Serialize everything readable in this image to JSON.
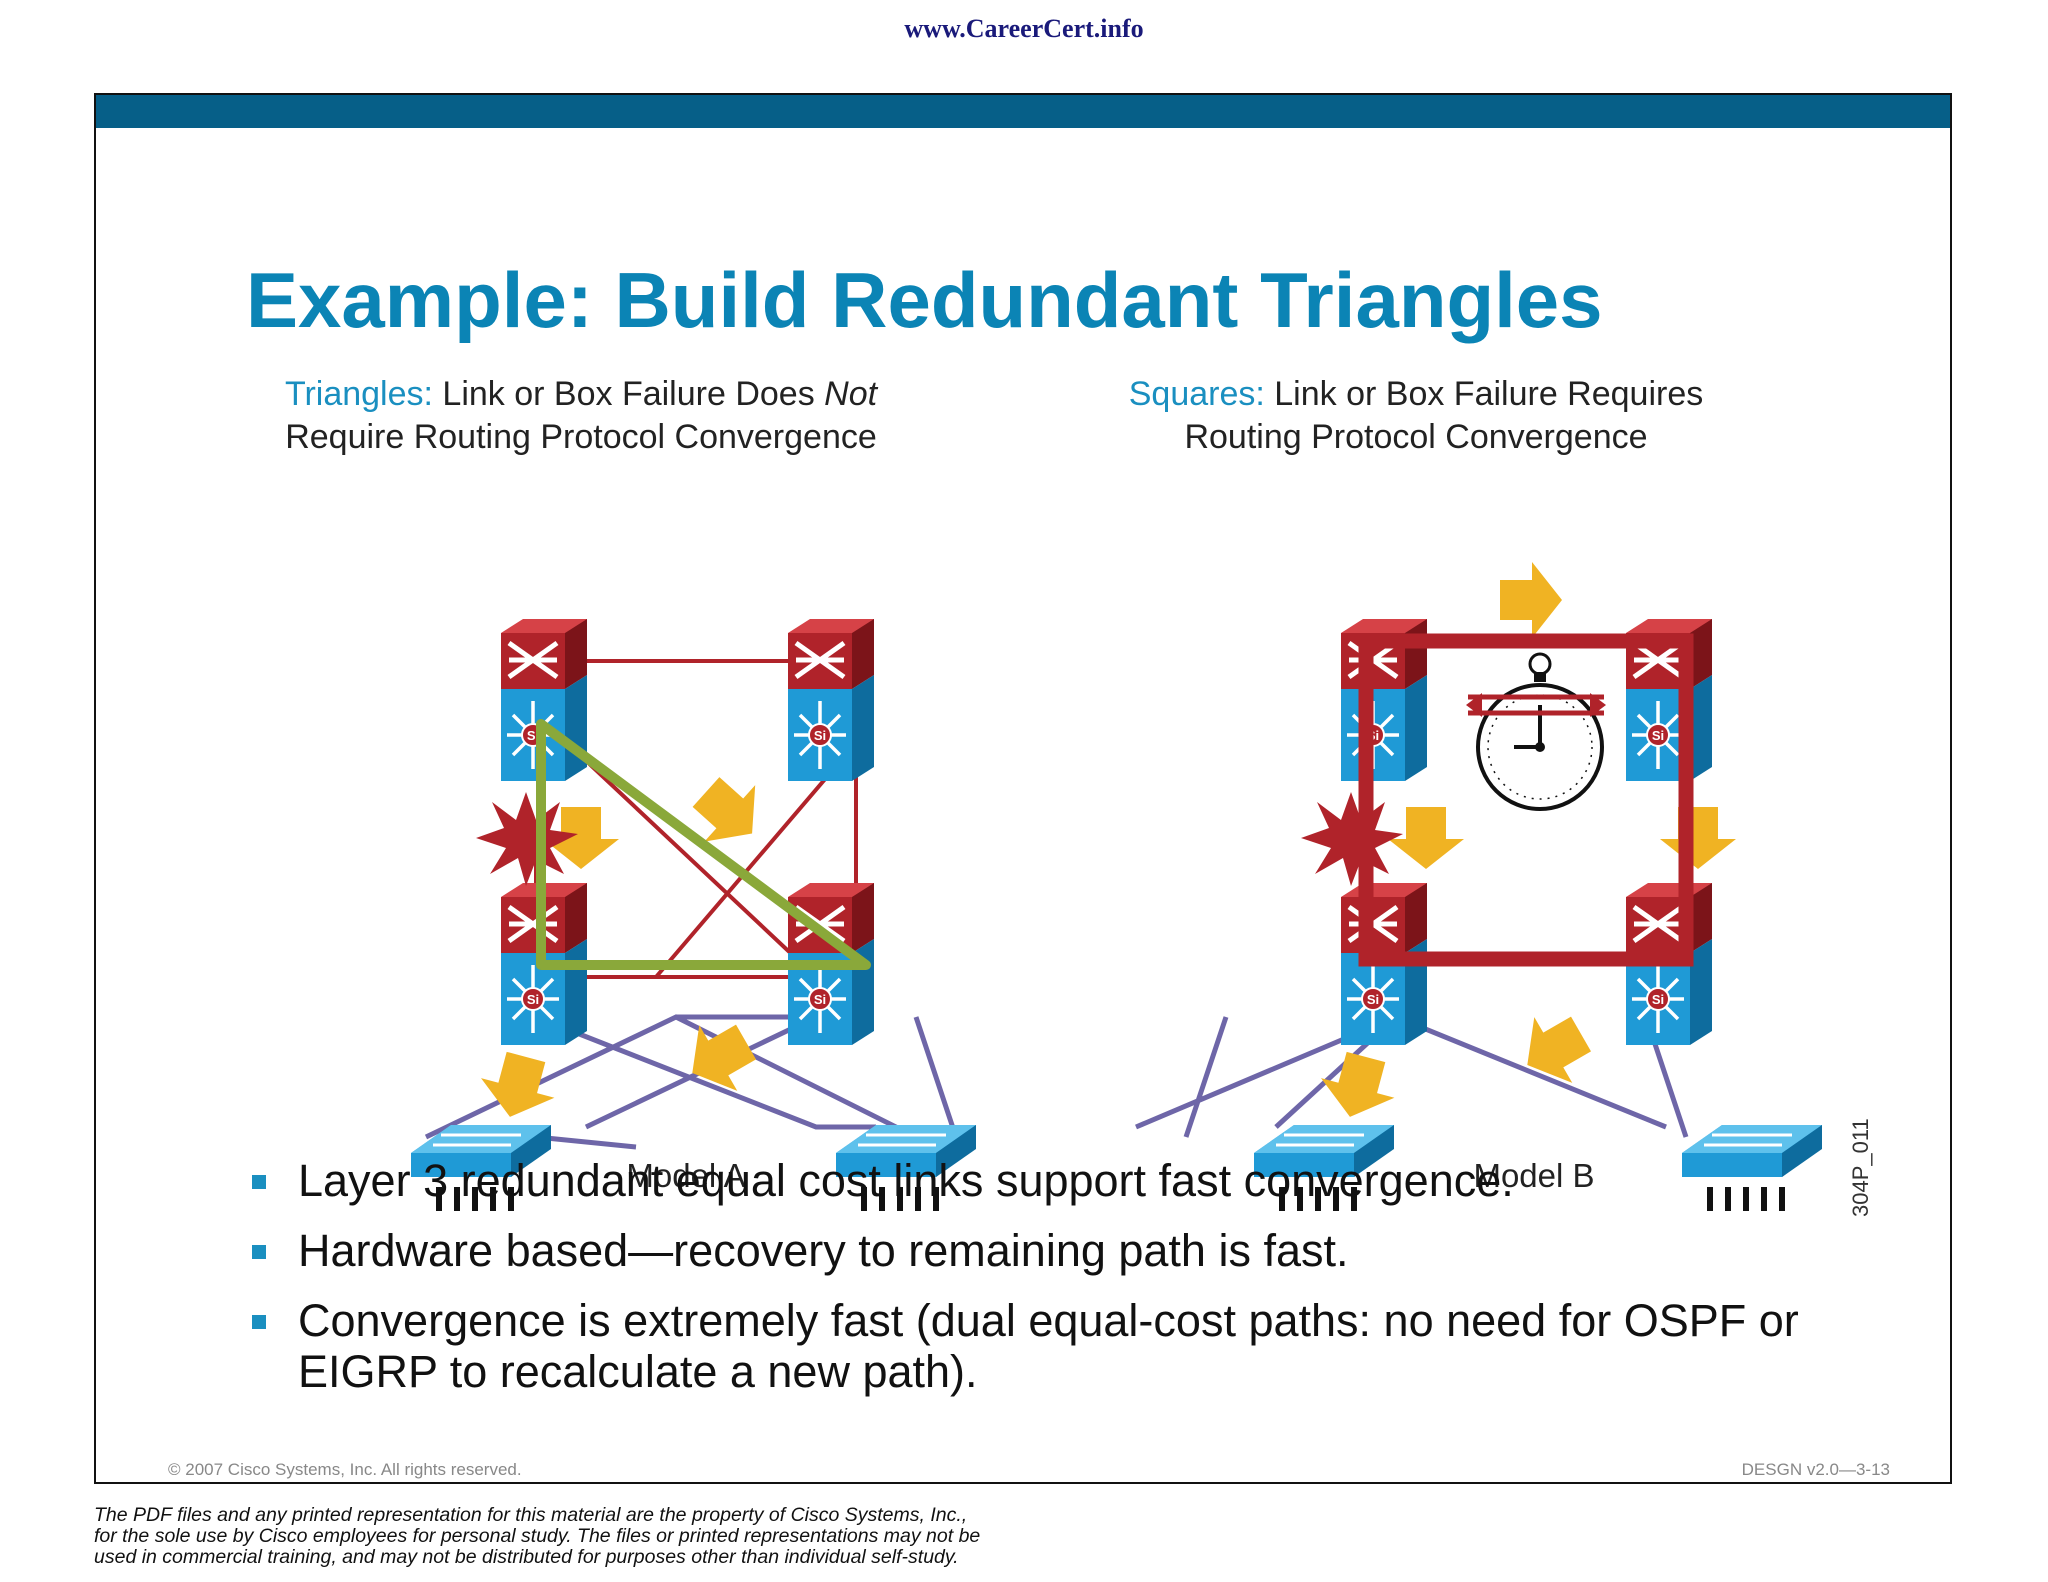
{
  "site_url": "www.CareerCert.info",
  "slide": {
    "title": "Example: Build Redundant Triangles",
    "model_a": {
      "lead": "Triangles:",
      "text_1": " Link or Box Failure Does ",
      "emphasis": "Not",
      "line_2": "Require Routing Protocol Convergence",
      "caption": "Model A"
    },
    "model_b": {
      "lead": "Squares:",
      "text_1": " Link or Box Failure Requires",
      "line_2": "Routing Protocol Convergence",
      "caption": "Model B"
    },
    "figure_id": "304P_011",
    "bullets": [
      "Layer 3 redundant equal cost links support fast convergence.",
      "Hardware based—recovery to remaining path is fast.",
      "Convergence is extremely fast (dual equal-cost paths: no need for OSPF or EIGRP to recalculate a new path)."
    ],
    "copyright": "© 2007 Cisco Systems, Inc. All rights reserved.",
    "course_code": "DESGN v2.0—3-13"
  },
  "disclaimer": {
    "line_1": "The PDF files and any printed representation for this material are the property of Cisco Systems, Inc.,",
    "line_2": "for the sole use by Cisco employees for personal study. The files or printed representations may not be",
    "line_3": "used in commercial training, and may not be distributed for purposes other than individual self-study."
  },
  "colors": {
    "top_bar": "#065f88",
    "title": "#0b84b5",
    "subtitle_lead": "#1a8fc0",
    "router_red": "#b0232a",
    "switch_blue": "#1f9ad6",
    "arrow_yellow": "#f0b323",
    "triangle_green": "#8aa83a",
    "uplink_purple": "#6e66a8"
  },
  "icons": [
    "multilayer-switch-icon",
    "access-switch-icon",
    "traffic-arrow-icon",
    "failure-burst-icon",
    "stopwatch-icon"
  ]
}
